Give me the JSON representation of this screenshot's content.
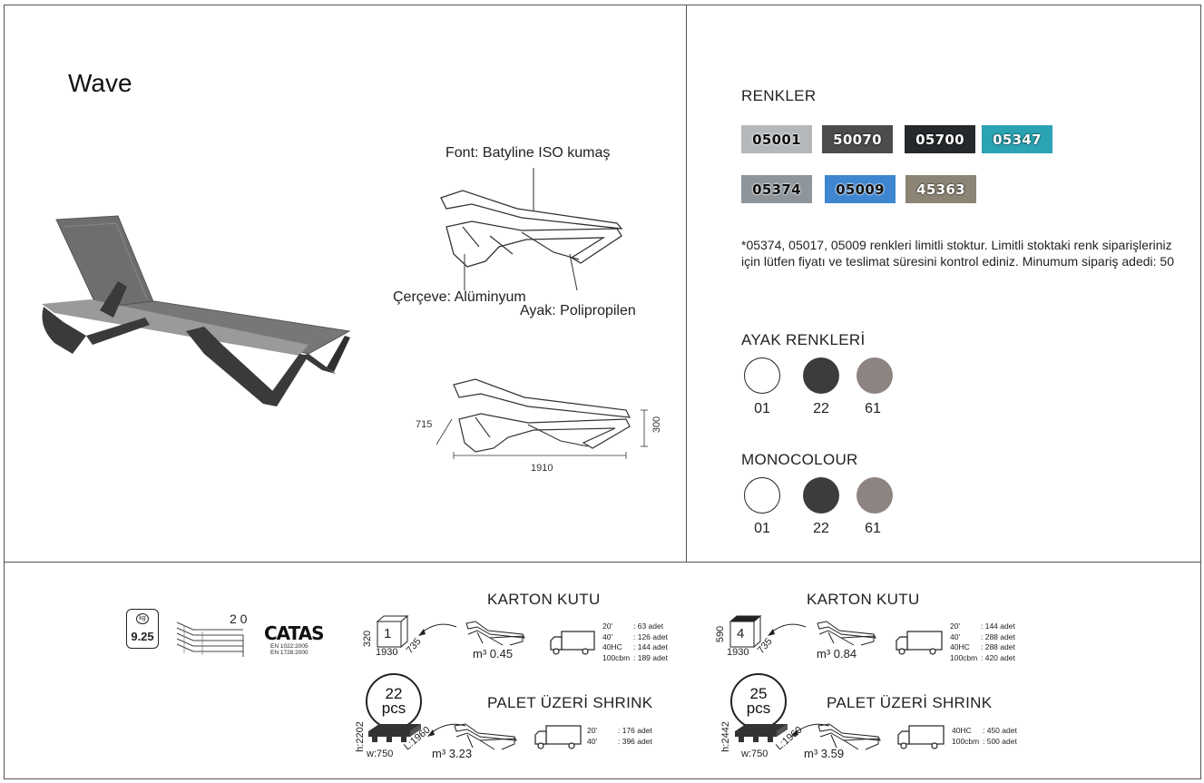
{
  "product": {
    "name": "Wave"
  },
  "drawing": {
    "fabric_label": "Font: Batyline ISO kumaş",
    "frame_label": "Çerçeve: Alüminyum",
    "leg_label": "Ayak: Polipropilen",
    "dim_width": "715",
    "dim_height": "300",
    "dim_length": "1910"
  },
  "colors": {
    "heading": "RENKLER",
    "swatches": [
      {
        "code": "05001",
        "color": "#b4b8ba"
      },
      {
        "code": "50070",
        "color": "#4a4c4d"
      },
      {
        "code": "05700",
        "color": "#25292b"
      },
      {
        "code": "05347",
        "color": "#2aa3b3"
      },
      {
        "code": "05374",
        "color": "#8e959b"
      },
      {
        "code": "05009",
        "color": "#3f86d0"
      },
      {
        "code": "45363",
        "color": "#8c8474"
      }
    ],
    "note": "*05374, 05017, 05009 renkleri limitli stoktur. Limitli stoktaki renk siparişleriniz için lütfen fiyatı ve teslimat süresini kontrol ediniz. Minumum sipariş adedi: 50"
  },
  "leg_colors": {
    "heading": "AYAK RENKLERİ",
    "items": [
      {
        "code": "01",
        "color": "#ffffff"
      },
      {
        "code": "22",
        "color": "#3d3b3c"
      },
      {
        "code": "61",
        "color": "#8d8380"
      }
    ]
  },
  "monocolour": {
    "heading": "MONOCOLOUR",
    "items": [
      {
        "code": "01",
        "color": "#ffffff"
      },
      {
        "code": "22",
        "color": "#3d3b3c"
      },
      {
        "code": "61",
        "color": "#8d8380"
      }
    ]
  },
  "specs": {
    "weight": "9.25",
    "weight_unit": "kg",
    "stack_count": "2 0",
    "cert_brand": "CATAS",
    "cert_line1": "EN 1022:2005",
    "cert_line2": "EN 1728:2000"
  },
  "packaging": [
    {
      "carton_title": "KARTON KUTU",
      "box_qty": "1",
      "box_h": "320",
      "box_l": "1930",
      "box_w": "735",
      "volume_label": "m³",
      "volume": "0.45",
      "shipping": [
        {
          "type": "20'",
          "qty": ": 63  adet"
        },
        {
          "type": "40'",
          "qty": ": 126 adet"
        },
        {
          "type": "40HC",
          "qty": ": 144 adet"
        },
        {
          "type": "100cbm",
          "qty": ": 189 adet"
        }
      ],
      "pallet_title": "PALET ÜZERİ SHRINK",
      "pallet_qty": "22",
      "pallet_unit": "pcs",
      "pallet_h": "h:2202",
      "pallet_w": "w:750",
      "pallet_l": "L:1960",
      "pallet_volume": "3.23",
      "pallet_shipping": [
        {
          "type": "20'",
          "qty": ": 176 adet"
        },
        {
          "type": "40'",
          "qty": ": 396 adet"
        }
      ]
    },
    {
      "carton_title": "KARTON KUTU",
      "box_qty": "4",
      "box_h": "590",
      "box_l": "1930",
      "box_w": "735",
      "volume_label": "m³",
      "volume": "0.84",
      "shipping": [
        {
          "type": "20'",
          "qty": ": 144 adet"
        },
        {
          "type": "40'",
          "qty": ": 288 adet"
        },
        {
          "type": "40HC",
          "qty": ": 288 adet"
        },
        {
          "type": "100cbm",
          "qty": ": 420 adet"
        }
      ],
      "pallet_title": "PALET ÜZERİ SHRINK",
      "pallet_qty": "25",
      "pallet_unit": "pcs",
      "pallet_h": "h:2442",
      "pallet_w": "w:750",
      "pallet_l": "L:1960",
      "pallet_volume": "3.59",
      "pallet_shipping": [
        {
          "type": "40HC",
          "qty": ": 450 adet"
        },
        {
          "type": "100cbm",
          "qty": ": 500 adet"
        }
      ]
    }
  ]
}
